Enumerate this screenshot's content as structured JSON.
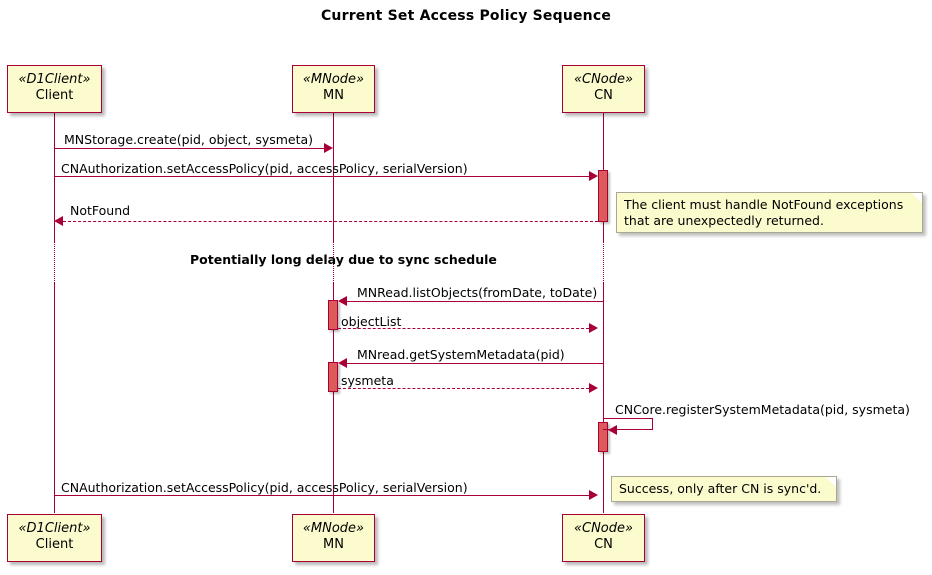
{
  "title": "Current Set Access Policy Sequence",
  "colors": {
    "accent": "#a80036",
    "note_fill": "#fbfbcd",
    "activation_fill": "#dd5a5a",
    "note_border": "#a8a894",
    "background": "#ffffff"
  },
  "participants": [
    {
      "id": "client",
      "stereotype": "«D1Client»",
      "name": "Client"
    },
    {
      "id": "mn",
      "stereotype": "«MNode»",
      "name": "MN"
    },
    {
      "id": "cn",
      "stereotype": "«CNode»",
      "name": "CN"
    }
  ],
  "messages": [
    {
      "id": "m1",
      "label": "MNStorage.create(pid, object, sysmeta)",
      "from": "client",
      "to": "mn",
      "style": "solid"
    },
    {
      "id": "m2",
      "label": "CNAuthorization.setAccessPolicy(pid, accessPolicy, serialVersion)",
      "from": "client",
      "to": "cn",
      "style": "solid"
    },
    {
      "id": "m3",
      "label": "NotFound",
      "from": "cn",
      "to": "client",
      "style": "dashed"
    },
    {
      "id": "m4",
      "label": "MNRead.listObjects(fromDate, toDate)",
      "from": "cn",
      "to": "mn",
      "style": "solid"
    },
    {
      "id": "m5",
      "label": "objectList",
      "from": "mn",
      "to": "cn",
      "style": "dashed"
    },
    {
      "id": "m6",
      "label": "MNread.getSystemMetadata(pid)",
      "from": "cn",
      "to": "mn",
      "style": "solid"
    },
    {
      "id": "m7",
      "label": "sysmeta",
      "from": "mn",
      "to": "cn",
      "style": "dashed"
    },
    {
      "id": "m8",
      "label": "CNCore.registerSystemMetadata(pid, sysmeta)",
      "from": "cn",
      "to": "cn",
      "style": "solid"
    },
    {
      "id": "m9",
      "label": "CNAuthorization.setAccessPolicy(pid, accessPolicy, serialVersion)",
      "from": "client",
      "to": "cn",
      "style": "solid"
    }
  ],
  "divider": {
    "label": "Potentially long delay due to sync schedule"
  },
  "notes": [
    {
      "id": "note1",
      "text": "The client must handle NotFound exceptions\nthat are unexpectedly returned."
    },
    {
      "id": "note2",
      "text": "Success, only after CN is sync'd."
    }
  ]
}
